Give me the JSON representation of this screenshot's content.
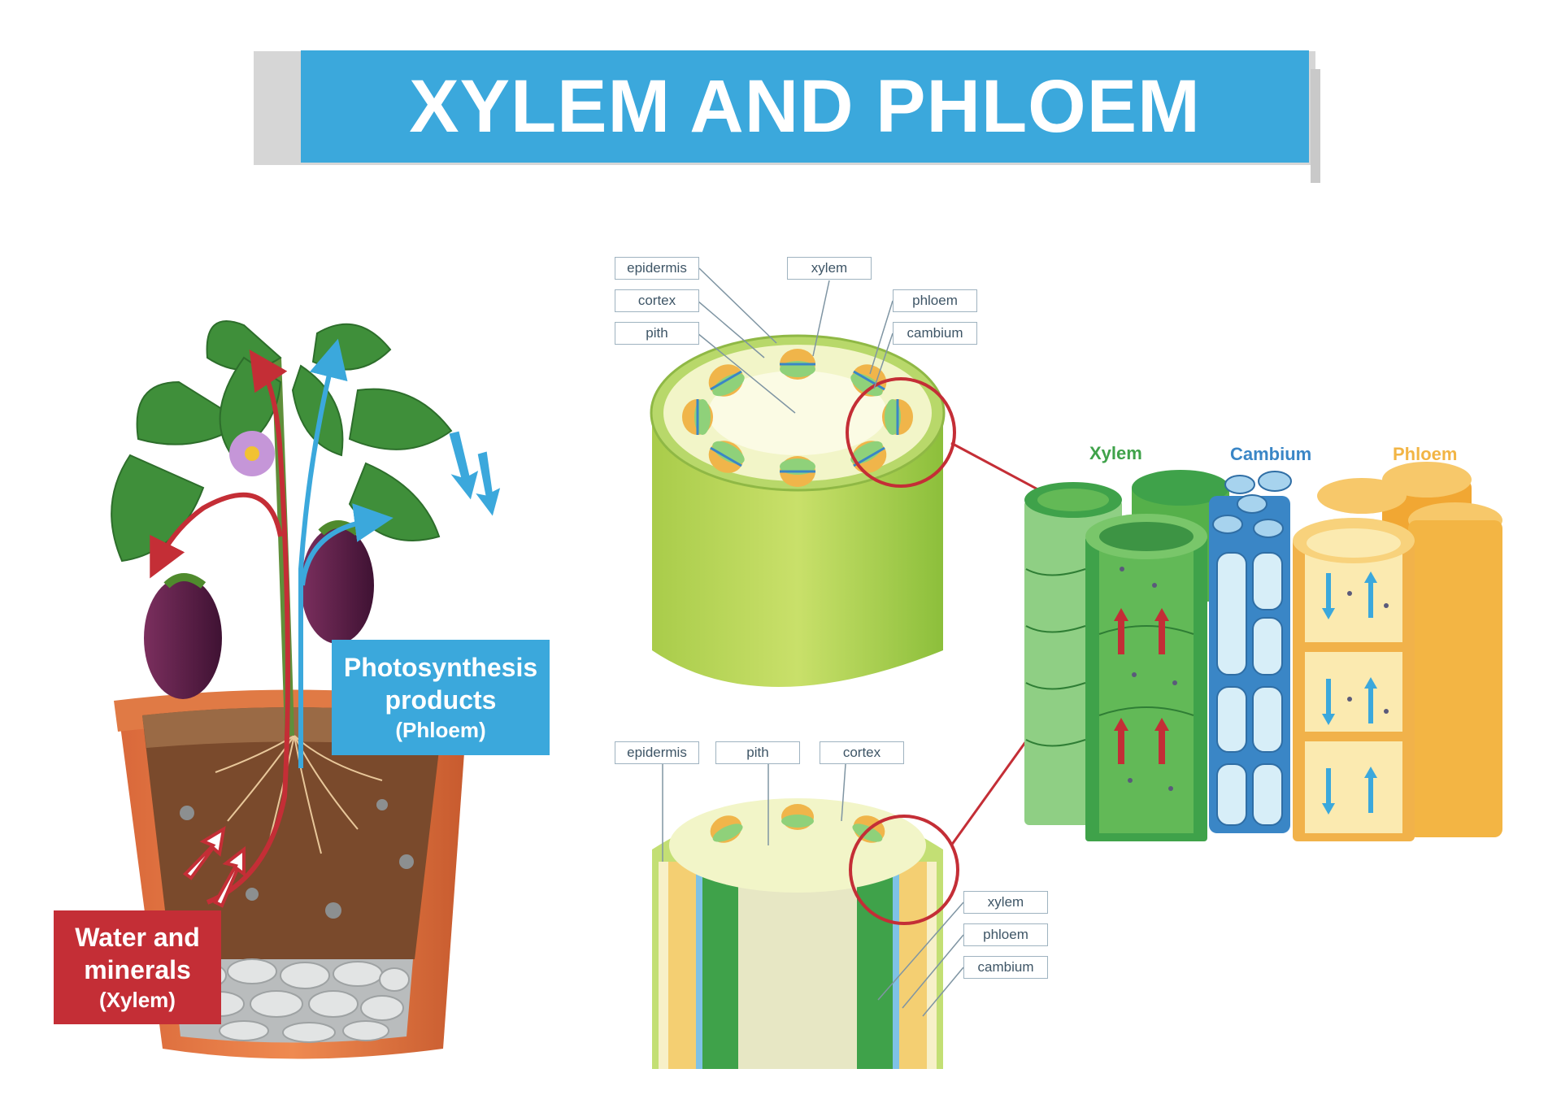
{
  "title": "XYLEM AND PHLOEM",
  "plant": {
    "phloem_box": {
      "line1": "Photosynthesis",
      "line2": "products",
      "line3": "(Phloem)"
    },
    "xylem_box": {
      "line1": "Water and",
      "line2": "minerals",
      "line3": "(Xylem)"
    }
  },
  "cross_section_labels": {
    "epidermis": "epidermis",
    "cortex": "cortex",
    "pith": "pith",
    "xylem": "xylem",
    "phloem": "phloem",
    "cambium": "cambium"
  },
  "longitudinal_labels": {
    "epidermis": "epidermis",
    "pith": "pith",
    "cortex": "cortex",
    "xylem": "xylem",
    "phloem": "phloem",
    "cambium": "cambium"
  },
  "tissue_titles": {
    "xylem": "Xylem",
    "cambium": "Cambium",
    "phloem": "Phloem"
  },
  "colors": {
    "banner": "#3ba8dc",
    "xylem_arrow": "#c42e36",
    "phloem_arrow": "#3ba8dc",
    "xylem_tissue": "#3fa24a",
    "cambium_tissue": "#3a86c6",
    "phloem_tissue": "#f2b545"
  }
}
